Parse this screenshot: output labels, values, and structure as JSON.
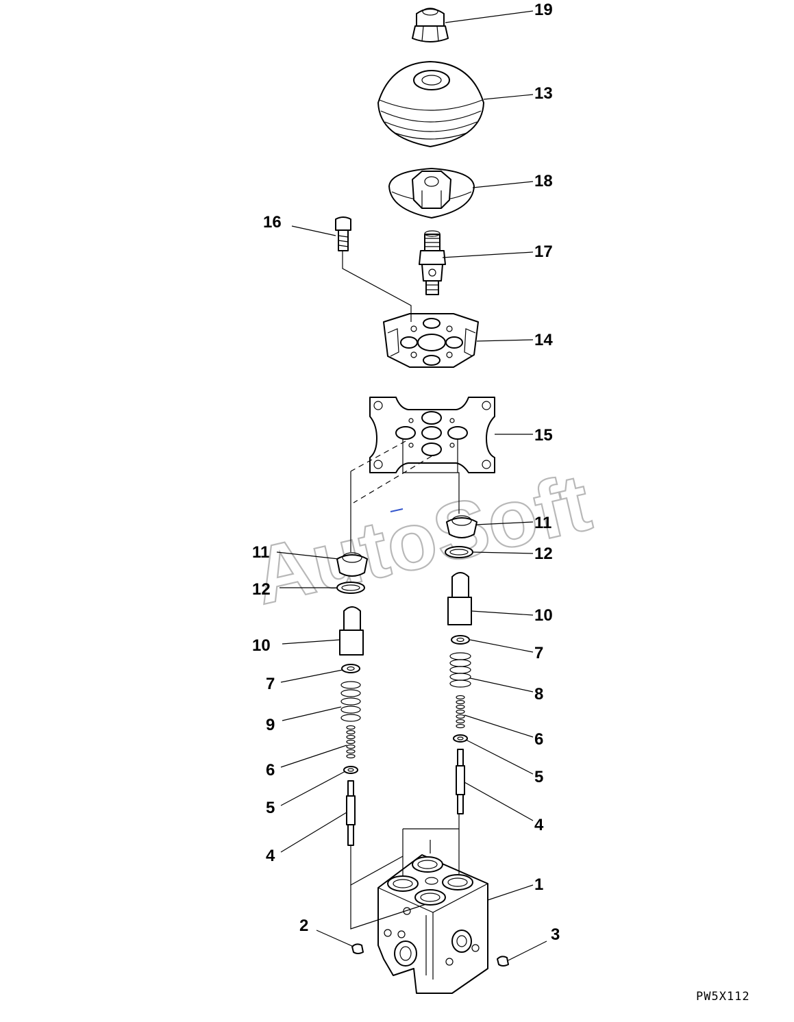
{
  "watermark": "AutoSoft",
  "drawing_code": "PW5X112",
  "callouts": [
    "19",
    "13",
    "18",
    "16",
    "17",
    "14",
    "15",
    "11",
    "11",
    "12",
    "12",
    "10",
    "10",
    "7",
    "7",
    "9",
    "8",
    "6",
    "6",
    "5",
    "5",
    "4",
    "4",
    "1",
    "2",
    "3"
  ]
}
